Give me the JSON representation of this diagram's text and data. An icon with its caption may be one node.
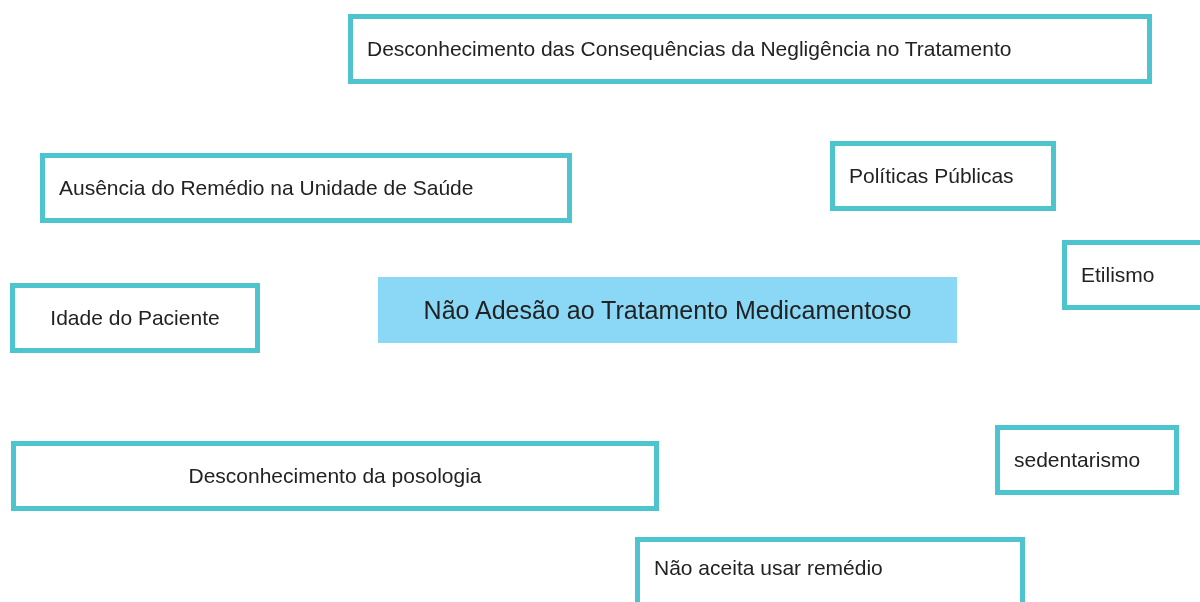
{
  "diagram": {
    "nodes": [
      {
        "text": [
          "Desconhecimento das Consequências da Negligência no Tratamento"
        ]
      },
      {
        "text": [
          "Ausência do Remédio na Unidade de Saúde"
        ]
      },
      {
        "text": [
          "Políticas Públicas"
        ]
      },
      {
        "text": [
          "Etilismo"
        ]
      },
      {
        "text": [
          "Idade do Paciente"
        ]
      },
      {
        "text": [
          "Não Adesão ao Tratamento Medicamentoso"
        ]
      },
      {
        "text": [
          "Desconhecimento da posologia"
        ]
      },
      {
        "text": [
          "sedentarismo"
        ]
      },
      {
        "text": [
          "Não aceita usar remédio"
        ]
      }
    ]
  }
}
